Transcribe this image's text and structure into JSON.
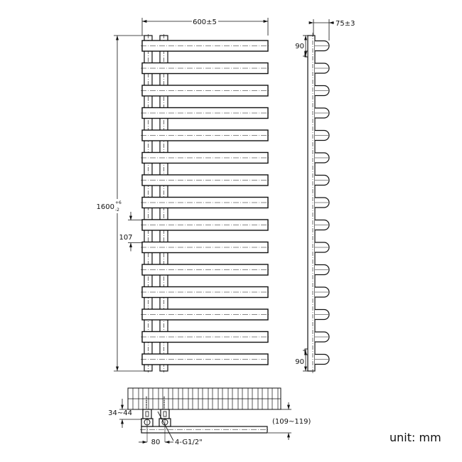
{
  "drawing": {
    "bar_count": 15,
    "dimensions": {
      "width": "600±5",
      "height_base": "1600",
      "height_tol_upper": "+6",
      "height_tol_lower": "-2",
      "bar_pitch": "107",
      "depth": "75±3",
      "top_bracket": "90",
      "bottom_bracket": "90",
      "wall_offset": "34~44",
      "pipe_projection": "(109~119)",
      "pipe_centers": "80",
      "connection": "4-G1/2\""
    },
    "unit_label": "unit: mm",
    "line_color": "#111111"
  }
}
